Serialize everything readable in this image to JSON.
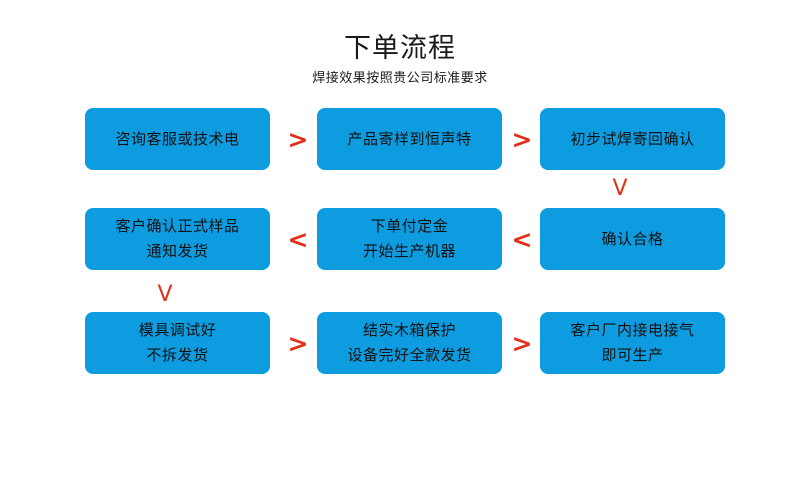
{
  "header": {
    "title": "下单流程",
    "subtitle": "焊接效果按照贵公司标准要求"
  },
  "colors": {
    "box_fill": "#0d9ce0",
    "arrow": "#e0301a",
    "text": "#111111",
    "background": "#ffffff"
  },
  "flow": {
    "rows": [
      {
        "direction": "right",
        "boxes": [
          {
            "lines": [
              "咨询客服或技术电"
            ]
          },
          {
            "lines": [
              "产品寄样到恒声特"
            ]
          },
          {
            "lines": [
              "初步试焊寄回确认"
            ]
          }
        ]
      },
      {
        "direction": "left",
        "boxes": [
          {
            "lines": [
              "客户确认正式样品",
              "通知发货"
            ]
          },
          {
            "lines": [
              "下单付定金",
              "开始生产机器"
            ]
          },
          {
            "lines": [
              "确认合格"
            ]
          }
        ]
      },
      {
        "direction": "right",
        "boxes": [
          {
            "lines": [
              "模具调试好",
              "不拆发货"
            ]
          },
          {
            "lines": [
              "结实木箱保护",
              "设备完好全款发货"
            ]
          },
          {
            "lines": [
              "客户厂内接电接气",
              "即可生产"
            ]
          }
        ]
      }
    ]
  },
  "connectors": {
    "right_glyph": ">",
    "left_glyph": "<",
    "down_glyph": "V"
  }
}
